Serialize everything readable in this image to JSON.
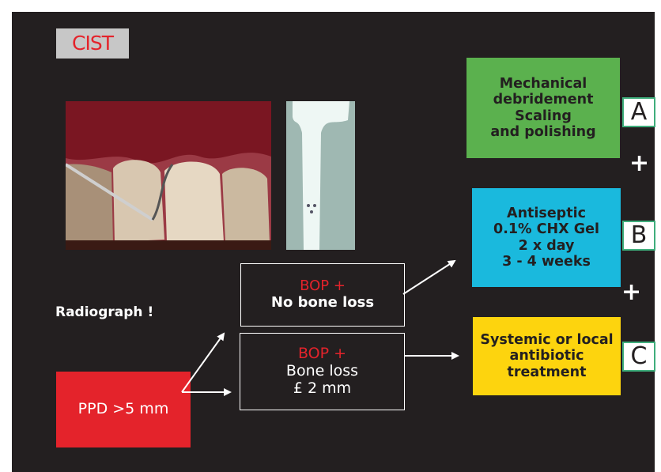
{
  "title": "CIST",
  "radiograph_label": "Radiograph !",
  "ppd_label": "PPD >5 mm",
  "bop_box_1": {
    "bop": "BOP +",
    "text": "No bone loss"
  },
  "bop_box_2": {
    "bop": "BOP +",
    "line1": "Bone loss",
    "line2": "£ 2 mm"
  },
  "treatments": {
    "a": {
      "letter": "A",
      "lines": [
        "Mechanical",
        "debridement",
        "Scaling",
        "and polishing"
      ]
    },
    "b": {
      "letter": "B",
      "lines": [
        "Antiseptic",
        "0.1% CHX Gel",
        "2 x day",
        "3 - 4 weeks"
      ]
    },
    "c": {
      "letter": "C",
      "lines": [
        "Systemic or local",
        "antibiotic",
        "treatment"
      ]
    }
  },
  "plus_sign": "+",
  "colors": {
    "background": "#231f20",
    "red": "#e4232b",
    "green": "#5bb14e",
    "cyan": "#1ab9dd",
    "yellow": "#fdd40e"
  }
}
